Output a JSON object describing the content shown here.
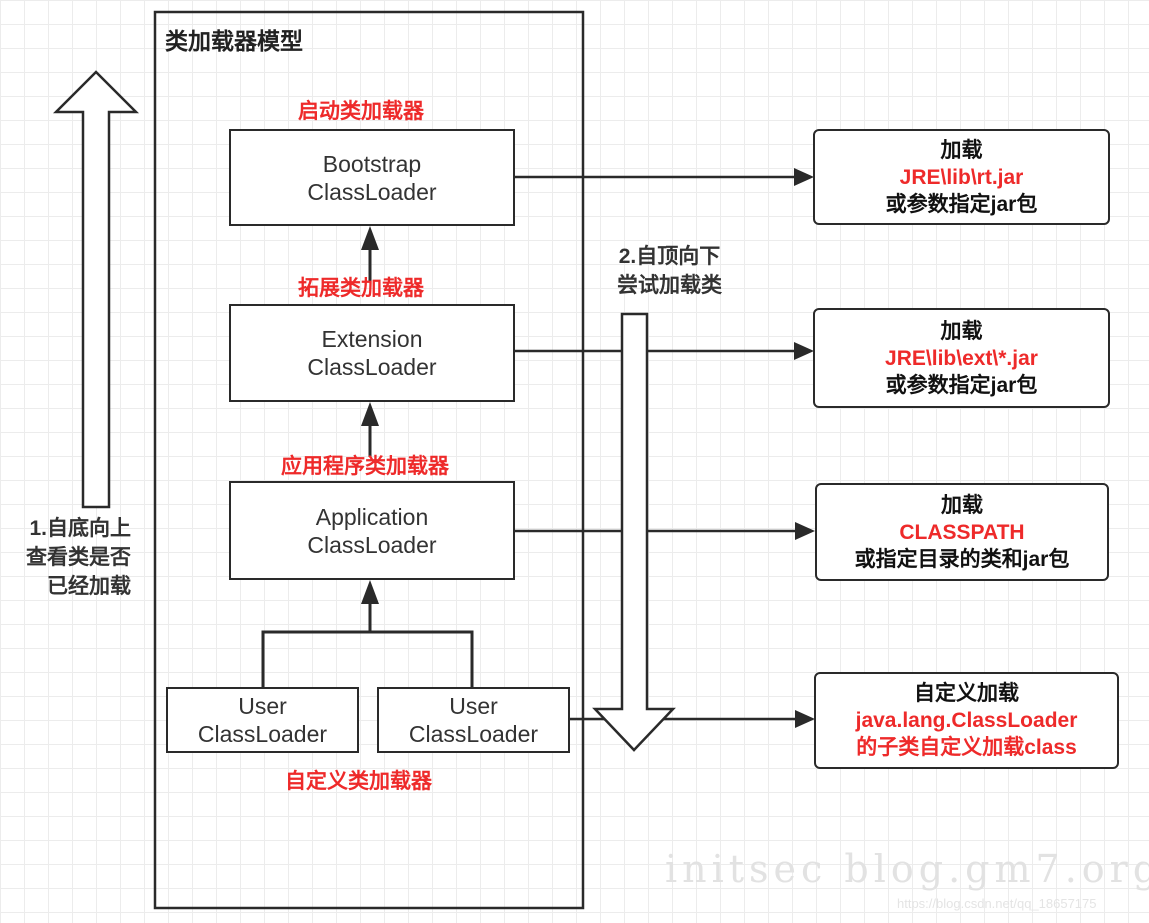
{
  "title": "类加载器模型",
  "loaders": {
    "bootstrap": {
      "label": "启动类加载器",
      "line1": "Bootstrap",
      "line2": "ClassLoader"
    },
    "extension": {
      "label": "拓展类加载器",
      "line1": "Extension",
      "line2": "ClassLoader"
    },
    "application": {
      "label": "应用程序类加载器",
      "line1": "Application",
      "line2": "ClassLoader"
    },
    "user1": {
      "line1": "User",
      "line2": "ClassLoader"
    },
    "user2": {
      "line1": "User",
      "line2": "ClassLoader"
    },
    "custom_label": "自定义类加载器"
  },
  "targets": [
    {
      "line1": "加载",
      "line2": "JRE\\lib\\rt.jar",
      "line3": "或参数指定jar包"
    },
    {
      "line1": "加载",
      "line2": "JRE\\lib\\ext\\*.jar",
      "line3": "或参数指定jar包"
    },
    {
      "line1": "加载",
      "line2": "CLASSPATH",
      "line3": "或指定目录的类和jar包"
    },
    {
      "line1": "自定义加载",
      "line2": "java.lang.ClassLoader",
      "line3": "的子类自定义加载class"
    }
  ],
  "notes": {
    "bottom_up": {
      "line1": "1.自底向上",
      "line2": "查看类是否",
      "line3": "已经加载"
    },
    "top_down": {
      "line1": "2.自顶向下",
      "line2": "尝试加载类"
    }
  },
  "watermark": "initsec blog.gm7.org",
  "csdn_mark": "https://blog.csdn.net/qq_18657175",
  "colors": {
    "accent_red": "#ee2a2a",
    "stroke": "#2a2a2a"
  }
}
